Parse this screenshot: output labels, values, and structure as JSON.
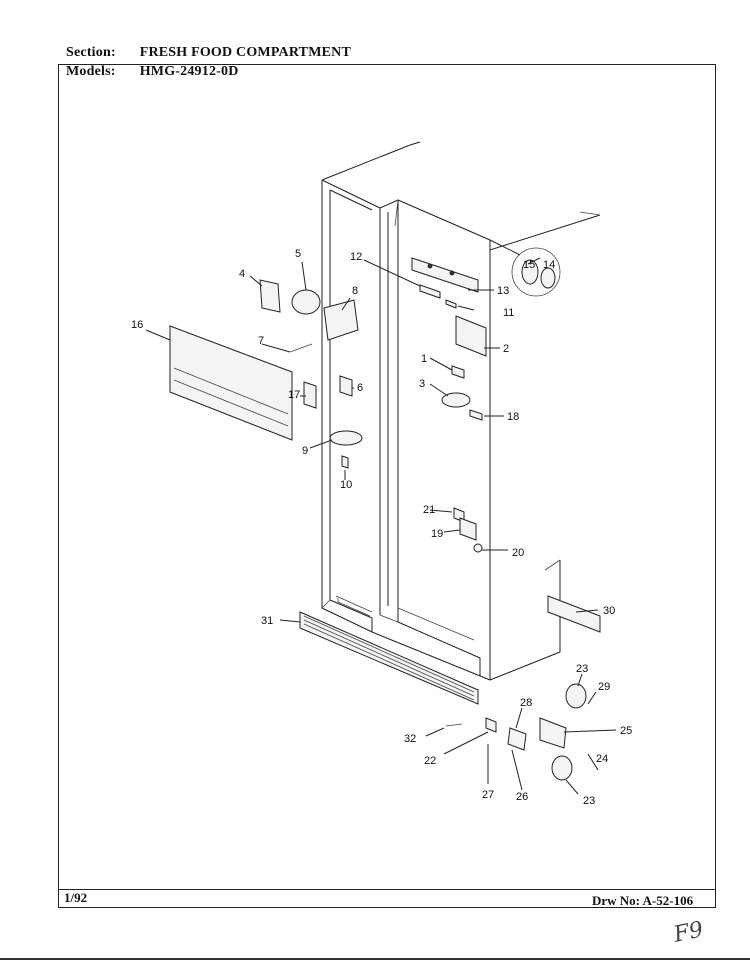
{
  "header": {
    "section_label": "Section:",
    "section_value": "FRESH FOOD COMPARTMENT",
    "models_label": "Models:",
    "models_value": "HMG-24912-0D"
  },
  "footer": {
    "date": "1/92",
    "drawing_number": "Drw No: A-52-106"
  },
  "handwritten_note": "F9",
  "callouts": [
    "1",
    "2",
    "3",
    "4",
    "5",
    "6",
    "7",
    "8",
    "9",
    "10",
    "11",
    "12",
    "13",
    "14",
    "15",
    "16",
    "17",
    "18",
    "19",
    "20",
    "21",
    "22",
    "23",
    "23",
    "24",
    "25",
    "26",
    "27",
    "28",
    "29",
    "30",
    "31",
    "32"
  ]
}
